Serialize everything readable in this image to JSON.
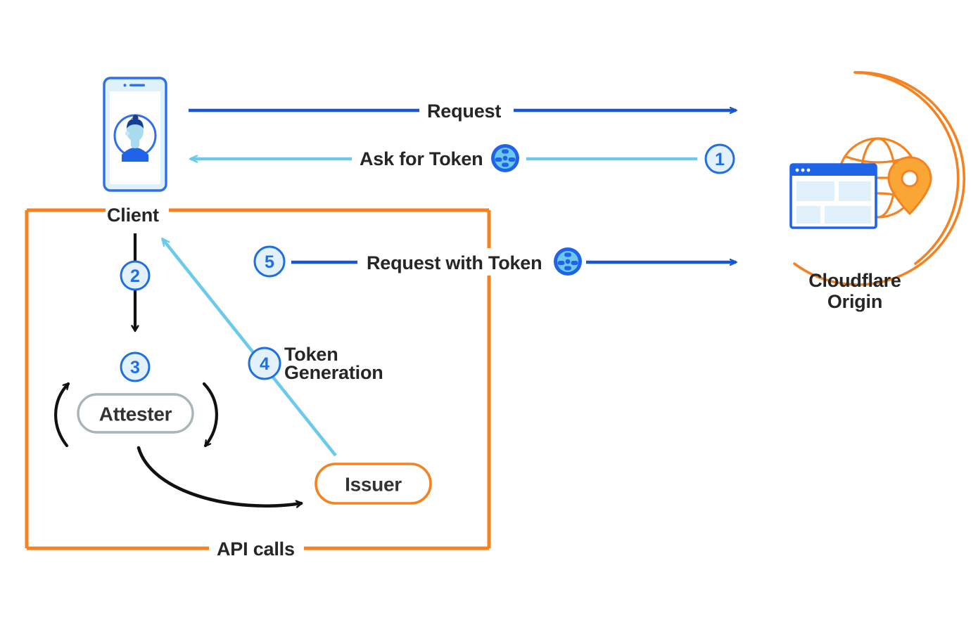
{
  "diagram": {
    "title_hidden": "",
    "colors": {
      "dark_blue": "#1755d6",
      "light_blue": "#6cc9ec",
      "orange": "#f58220",
      "black": "#111111",
      "gray": "#a9b4b8",
      "badge_fill": "#e3f1fc",
      "badge_stroke": "#1f6fe0",
      "text": "#262626"
    },
    "nodes": [
      {
        "id": "client",
        "label": "Client"
      },
      {
        "id": "attester",
        "label": "Attester"
      },
      {
        "id": "issuer",
        "label": "Issuer"
      },
      {
        "id": "origin",
        "label_line1": "Cloudflare",
        "label_line2": "Origin"
      }
    ],
    "steps": [
      {
        "number": "1",
        "label": "Ask for Token"
      },
      {
        "number": "2",
        "label": ""
      },
      {
        "number": "3",
        "label": ""
      },
      {
        "number": "4",
        "label_line1": "Token",
        "label_line2": "Generation"
      },
      {
        "number": "5",
        "label": "Request with Token"
      }
    ],
    "edges": [
      {
        "id": "request",
        "label": "Request",
        "direction": "client-to-origin",
        "color": "#1755d6"
      },
      {
        "id": "ask-for-token",
        "label": "Ask for Token",
        "direction": "origin-to-client",
        "color": "#6cc9ec"
      },
      {
        "id": "request-with-token",
        "label": "Request with Token",
        "direction": "client-to-origin",
        "color": "#1755d6"
      },
      {
        "id": "token-generation",
        "label": "Token Generation",
        "direction": "issuer-to-client",
        "color": "#6cc9ec"
      }
    ],
    "group": {
      "id": "api-calls-group",
      "label": "API calls",
      "color": "#f58220"
    },
    "token_badges": [
      {
        "id": "token-badge-ask",
        "name": "token-icon"
      },
      {
        "id": "token-badge-request",
        "name": "token-icon"
      }
    ]
  }
}
